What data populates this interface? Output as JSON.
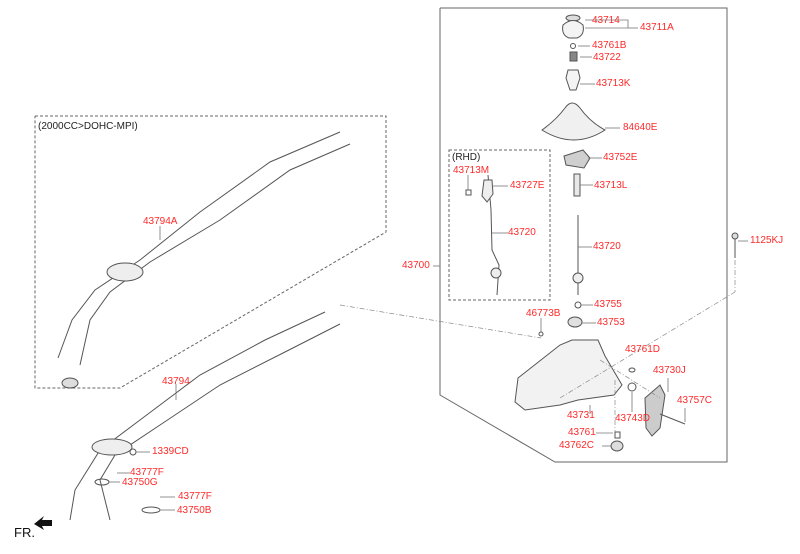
{
  "diagram": {
    "notes": {
      "engine_variant": "(2000CC>DOHC-MPI)",
      "rhd": "(RHD)",
      "front_marker": "FR."
    },
    "colors": {
      "label": "#ff2a2a",
      "line": "#555555",
      "frame": "#666666"
    },
    "labels": {
      "p43714": "43714",
      "p43711A": "43711A",
      "p43761B": "43761B",
      "p43722": "43722",
      "p43713K": "43713K",
      "p84640E": "84640E",
      "p43752E": "43752E",
      "p43713L": "43713L",
      "p43720_main": "43720",
      "p43713M": "43713M",
      "p43727E": "43727E",
      "p43720_rhd": "43720",
      "p1125KJ": "1125KJ",
      "p43700": "43700",
      "p43755": "43755",
      "p46773B": "46773B",
      "p43753": "43753",
      "p43761D": "43761D",
      "p43730J": "43730J",
      "p43757C": "43757C",
      "p43731": "43731",
      "p43743D": "43743D",
      "p43761": "43761",
      "p43762C": "43762C",
      "p43794A": "43794A",
      "p43794": "43794",
      "p1339CD": "1339CD",
      "p43777F_a": "43777F",
      "p43750G": "43750G",
      "p43777F_b": "43777F",
      "p43750B": "43750B"
    }
  }
}
